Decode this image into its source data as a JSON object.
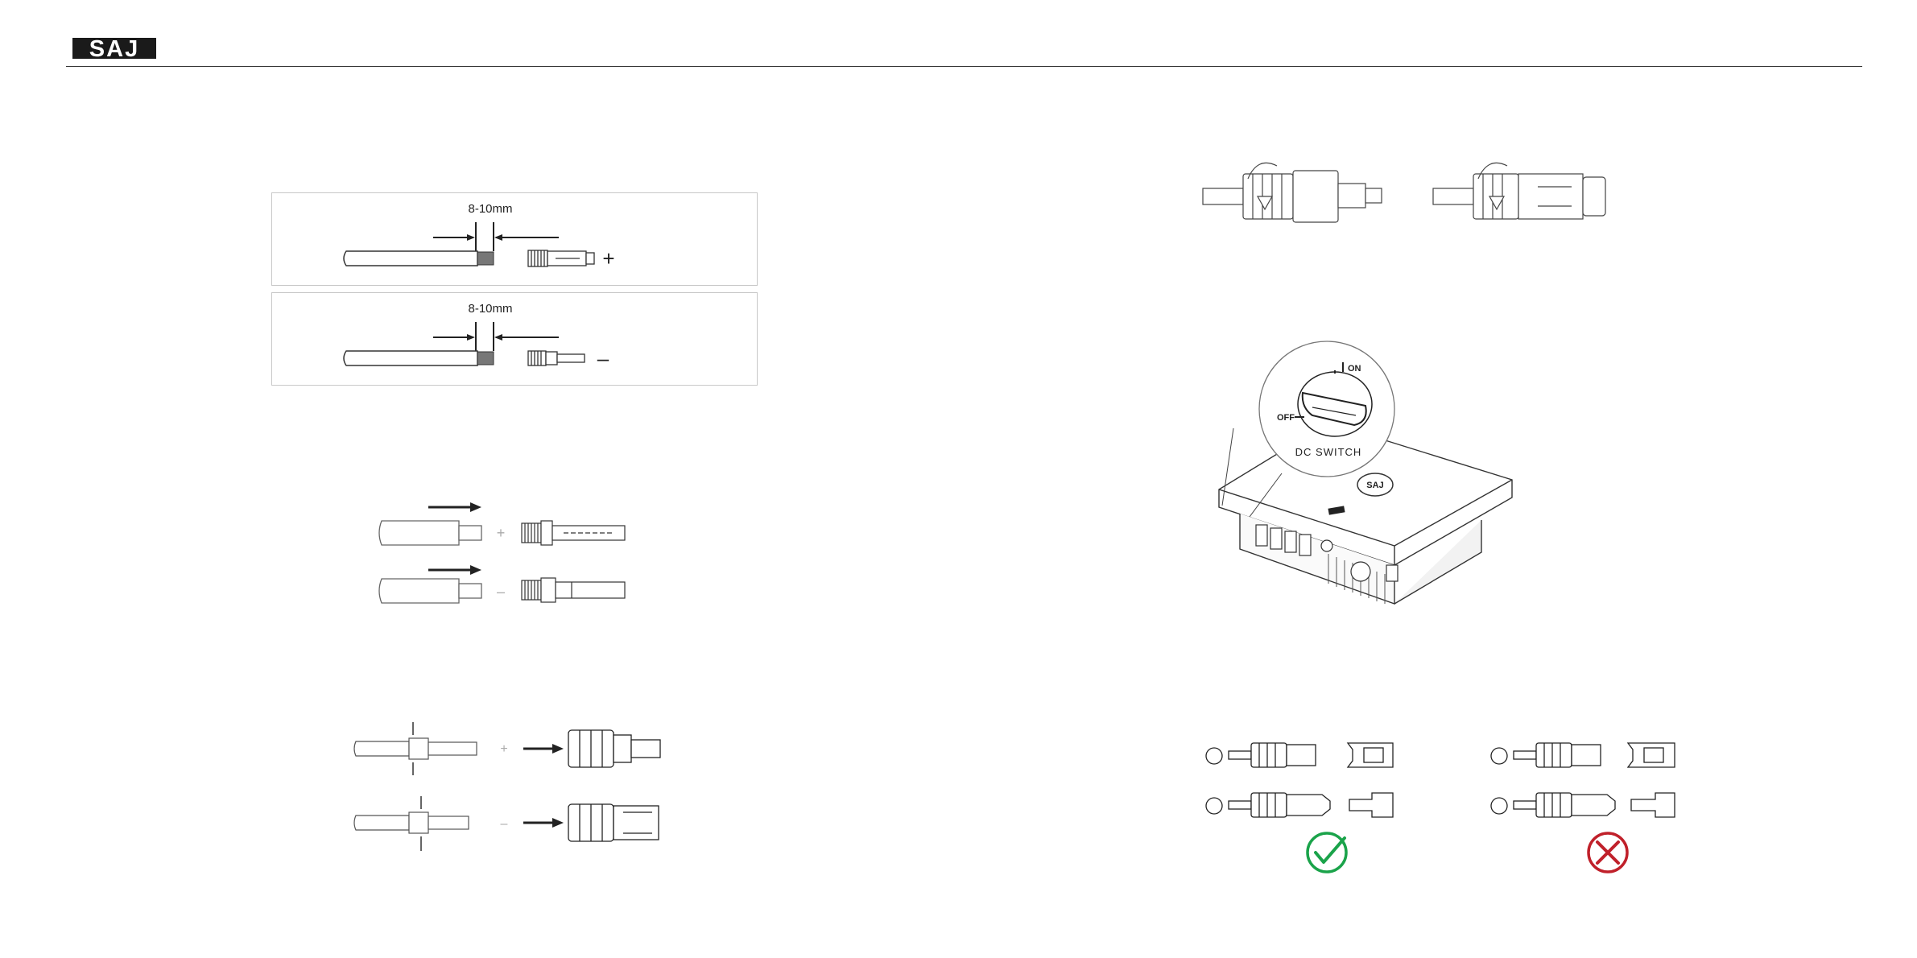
{
  "header": {
    "brand": "SAJ",
    "brand_color": "#1a1a1a"
  },
  "strip_figure": {
    "positive": {
      "dimension": "8-10mm",
      "polarity": "+"
    },
    "negative": {
      "dimension": "8-10mm",
      "polarity": "–"
    }
  },
  "insert_figure": {
    "plus_sign": "+",
    "minus_sign": "–"
  },
  "crimp_figure": {
    "plus_sign": "+",
    "minus_sign": "–"
  },
  "dc_switch_figure": {
    "on_label": "ON",
    "off_label": "OFF",
    "switch_label": "DC SWITCH",
    "unit_label": "SAJ"
  },
  "polarity_check_figure": {
    "correct_icon": "check-circle-icon",
    "wrong_icon": "x-circle-icon",
    "correct_color": "#1aa34a",
    "wrong_color": "#c0202a"
  }
}
